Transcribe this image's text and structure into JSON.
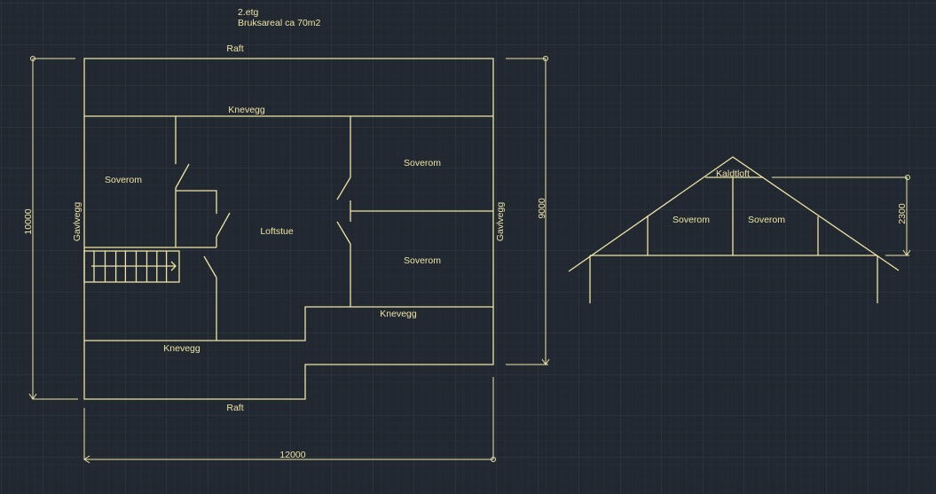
{
  "colors": {
    "background": "#212830",
    "lines": "#efe4a6",
    "grid": "#2e3744"
  },
  "title": {
    "floor": "2.etg",
    "area": "Bruksareal ca 70m2"
  },
  "plan": {
    "raft_top": "Raft",
    "knevegg_top": "Knevegg",
    "soverom_left": "Soverom",
    "soverom_right_top": "Soverom",
    "soverom_right_bottom": "Soverom",
    "loftstue": "Loftstue",
    "gavlvegg_left": "Gavlvegg",
    "gavlvegg_right": "Gavlvegg",
    "knevegg_right": "Knevegg",
    "knevegg_left": "Knevegg",
    "raft_bottom": "Raft"
  },
  "dimensions": {
    "left": "10000",
    "right": "9000",
    "bottom": "12000",
    "section_height": "2300"
  },
  "section": {
    "kaldtloft": "Kaldtloft",
    "soverom_left": "Soverom",
    "soverom_right": "Soverom"
  }
}
